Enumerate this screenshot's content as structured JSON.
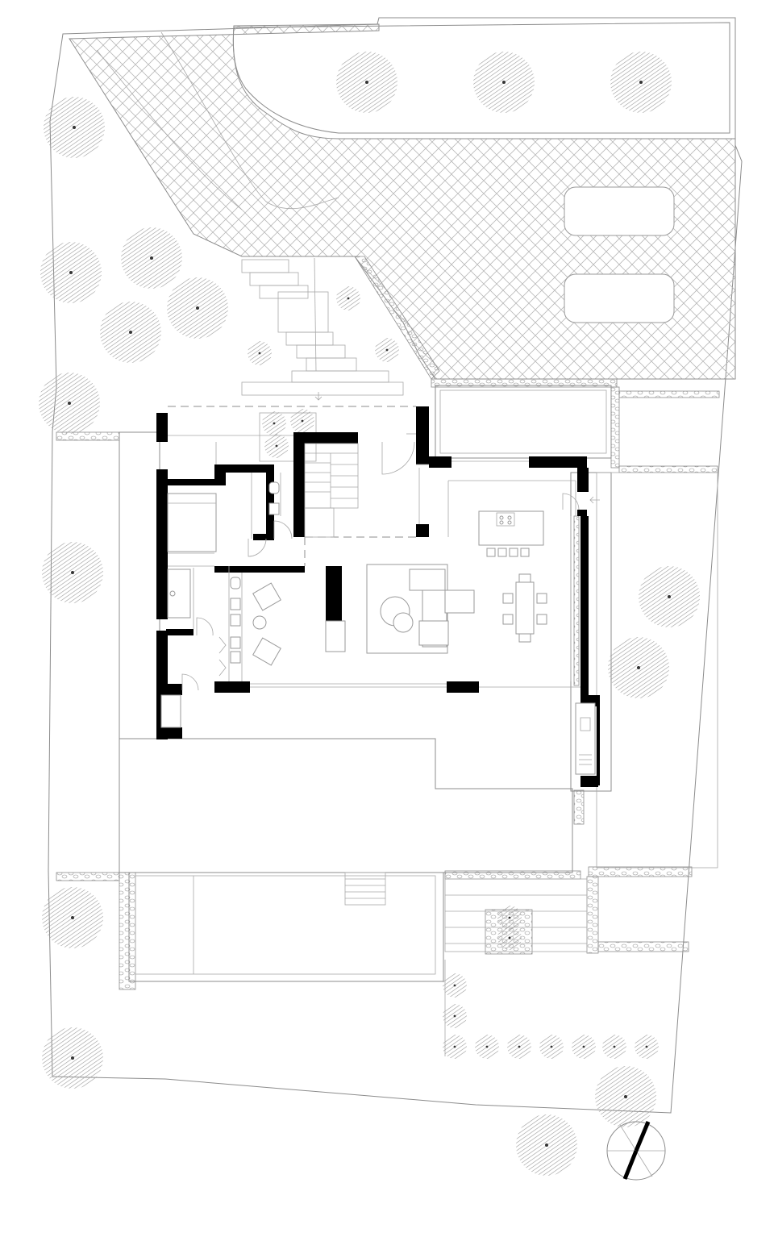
{
  "drawing": {
    "kind": "architectural site and ground floor plan",
    "colors": {
      "wall": "#000000",
      "line": "#8c8c8c",
      "hatch": "#9a9a9a",
      "background": "#ffffff"
    },
    "symbols": [
      "tree-symbol",
      "north-arrow",
      "staircase",
      "door-swing",
      "dining-table",
      "kitchen-island",
      "sofa",
      "armchair",
      "bathtub",
      "parking-bay"
    ]
  }
}
